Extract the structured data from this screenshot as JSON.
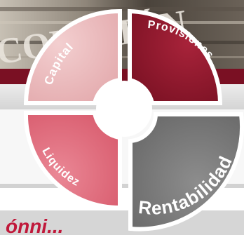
{
  "banner": {
    "text": "COMISIÓN"
  },
  "bottom_banner": {
    "text": "ónni..."
  },
  "diagram": {
    "segments": [
      {
        "key": "capital",
        "label": "Capital",
        "fill": "#e8b6b8"
      },
      {
        "key": "provisiones",
        "label": "Provisiones",
        "fill": "#8c1a2e"
      },
      {
        "key": "rentabilidad",
        "label": "Rentabilidad",
        "fill": "#7b7b7b"
      },
      {
        "key": "liquidez",
        "label": "Liquidez",
        "fill": "#e06c7c"
      }
    ]
  },
  "colors": {
    "banner_red": "#7a1023",
    "banner_gray": "#d8d8d8",
    "photo_dark": "#2f2a24",
    "photo_mid": "#7d7469",
    "photo_light": "#b8b0a4",
    "bottom_text": "#c0183a"
  }
}
